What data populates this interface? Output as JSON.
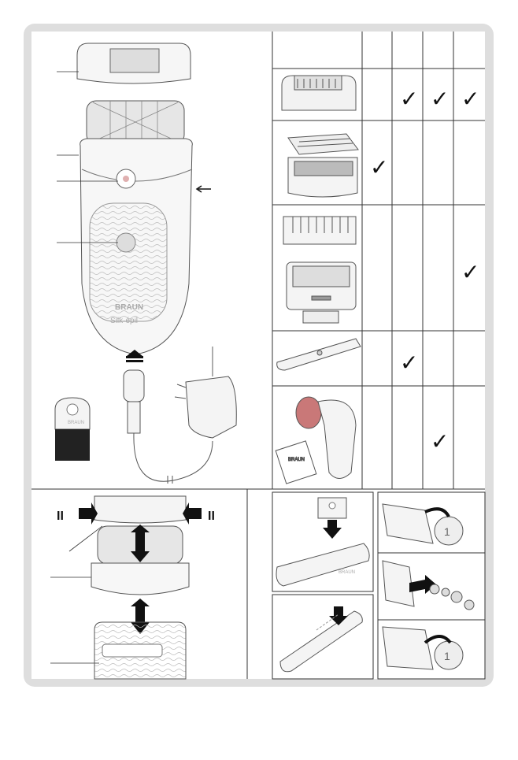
{
  "brand": {
    "logo_text": "BRAUN",
    "product_name": "Silk·épil"
  },
  "roman_numerals": {
    "left_arrow": "II",
    "right_arrow": "II",
    "tall_marker": "II"
  },
  "coin_label": "1",
  "check_glyph": "✓",
  "colors": {
    "sheet_bg": "#dedede",
    "panel_bg": "#ffffff",
    "line": "#444444",
    "arrow": "#111111"
  },
  "icons": [
    "epilator-icon",
    "cap-icon",
    "brush-icon",
    "charger-icon",
    "facial-brush-icon",
    "trimmer-icon",
    "shaver-head-icon",
    "check-icon"
  ]
}
